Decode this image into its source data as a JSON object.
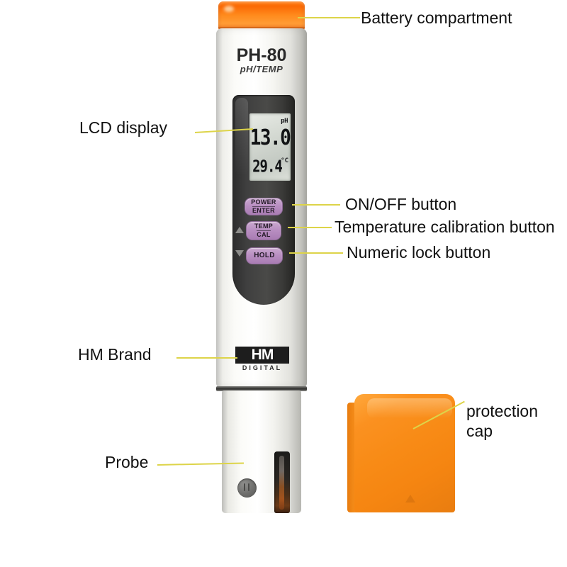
{
  "device": {
    "model": "PH-80",
    "submodel": "pH/TEMP",
    "brand_name": "HM",
    "brand_sub": "DIGITAL",
    "lcd": {
      "ph_value": "13.0",
      "ph_unit": "pH",
      "temp_value": "29.4",
      "temp_unit": "°C"
    },
    "buttons": [
      {
        "name": "power-enter",
        "line1": "POWER",
        "line2": "ENTER"
      },
      {
        "name": "temp-cal",
        "line1": "TEMP",
        "line2": "CAL"
      },
      {
        "name": "hold",
        "line1": "HOLD",
        "line2": ""
      }
    ],
    "arrows": {
      "up": "▲",
      "down": "▼"
    }
  },
  "annotations": {
    "battery_compartment": "Battery compartment",
    "lcd_display": "LCD display",
    "on_off_button": "ON/OFF button",
    "temp_cal_button": "Temperature calibration button",
    "numeric_lock_button": "Numeric lock button",
    "hm_brand": "HM Brand",
    "probe": "Probe",
    "protection_cap_line1": "protection",
    "protection_cap_line2": "cap"
  },
  "colors": {
    "leader_line": "#ddd449",
    "cap_orange": "#f8861a",
    "button_purple": "#b98fc2",
    "text": "#111111"
  }
}
